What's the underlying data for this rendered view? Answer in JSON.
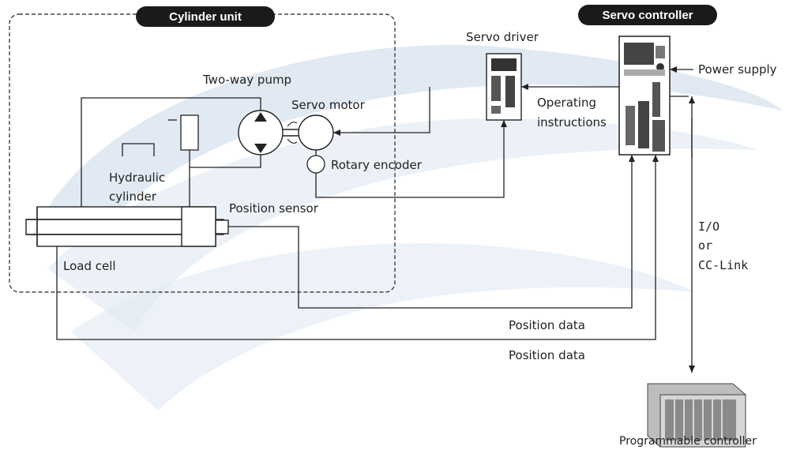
{
  "title_pills": {
    "cylinder_unit": "Cylinder unit",
    "servo_controller": "Servo controller"
  },
  "labels": {
    "servo_driver": "Servo driver",
    "power_supply": "Power supply",
    "two_way_pump": "Two-way pump",
    "servo_motor": "Servo motor",
    "operating_instructions_line1": "Operating",
    "operating_instructions_line2": "instructions",
    "rotary_encoder": "Rotary encoder",
    "hydraulic_cylinder_line1": "Hydraulic",
    "hydraulic_cylinder_line2": "cylinder",
    "position_sensor": "Position sensor",
    "io_line1": "I/O",
    "io_line2": "or",
    "io_line3": "CC-Link",
    "load_cell": "Load cell",
    "position_data_1": "Position data",
    "position_data_2": "Position data",
    "programmable_controller": "Programmable controller"
  },
  "colors": {
    "line": "#222222",
    "watermark": "#c9d9ea",
    "pill_bg": "#1a1a1a",
    "pill_text": "#ffffff"
  }
}
